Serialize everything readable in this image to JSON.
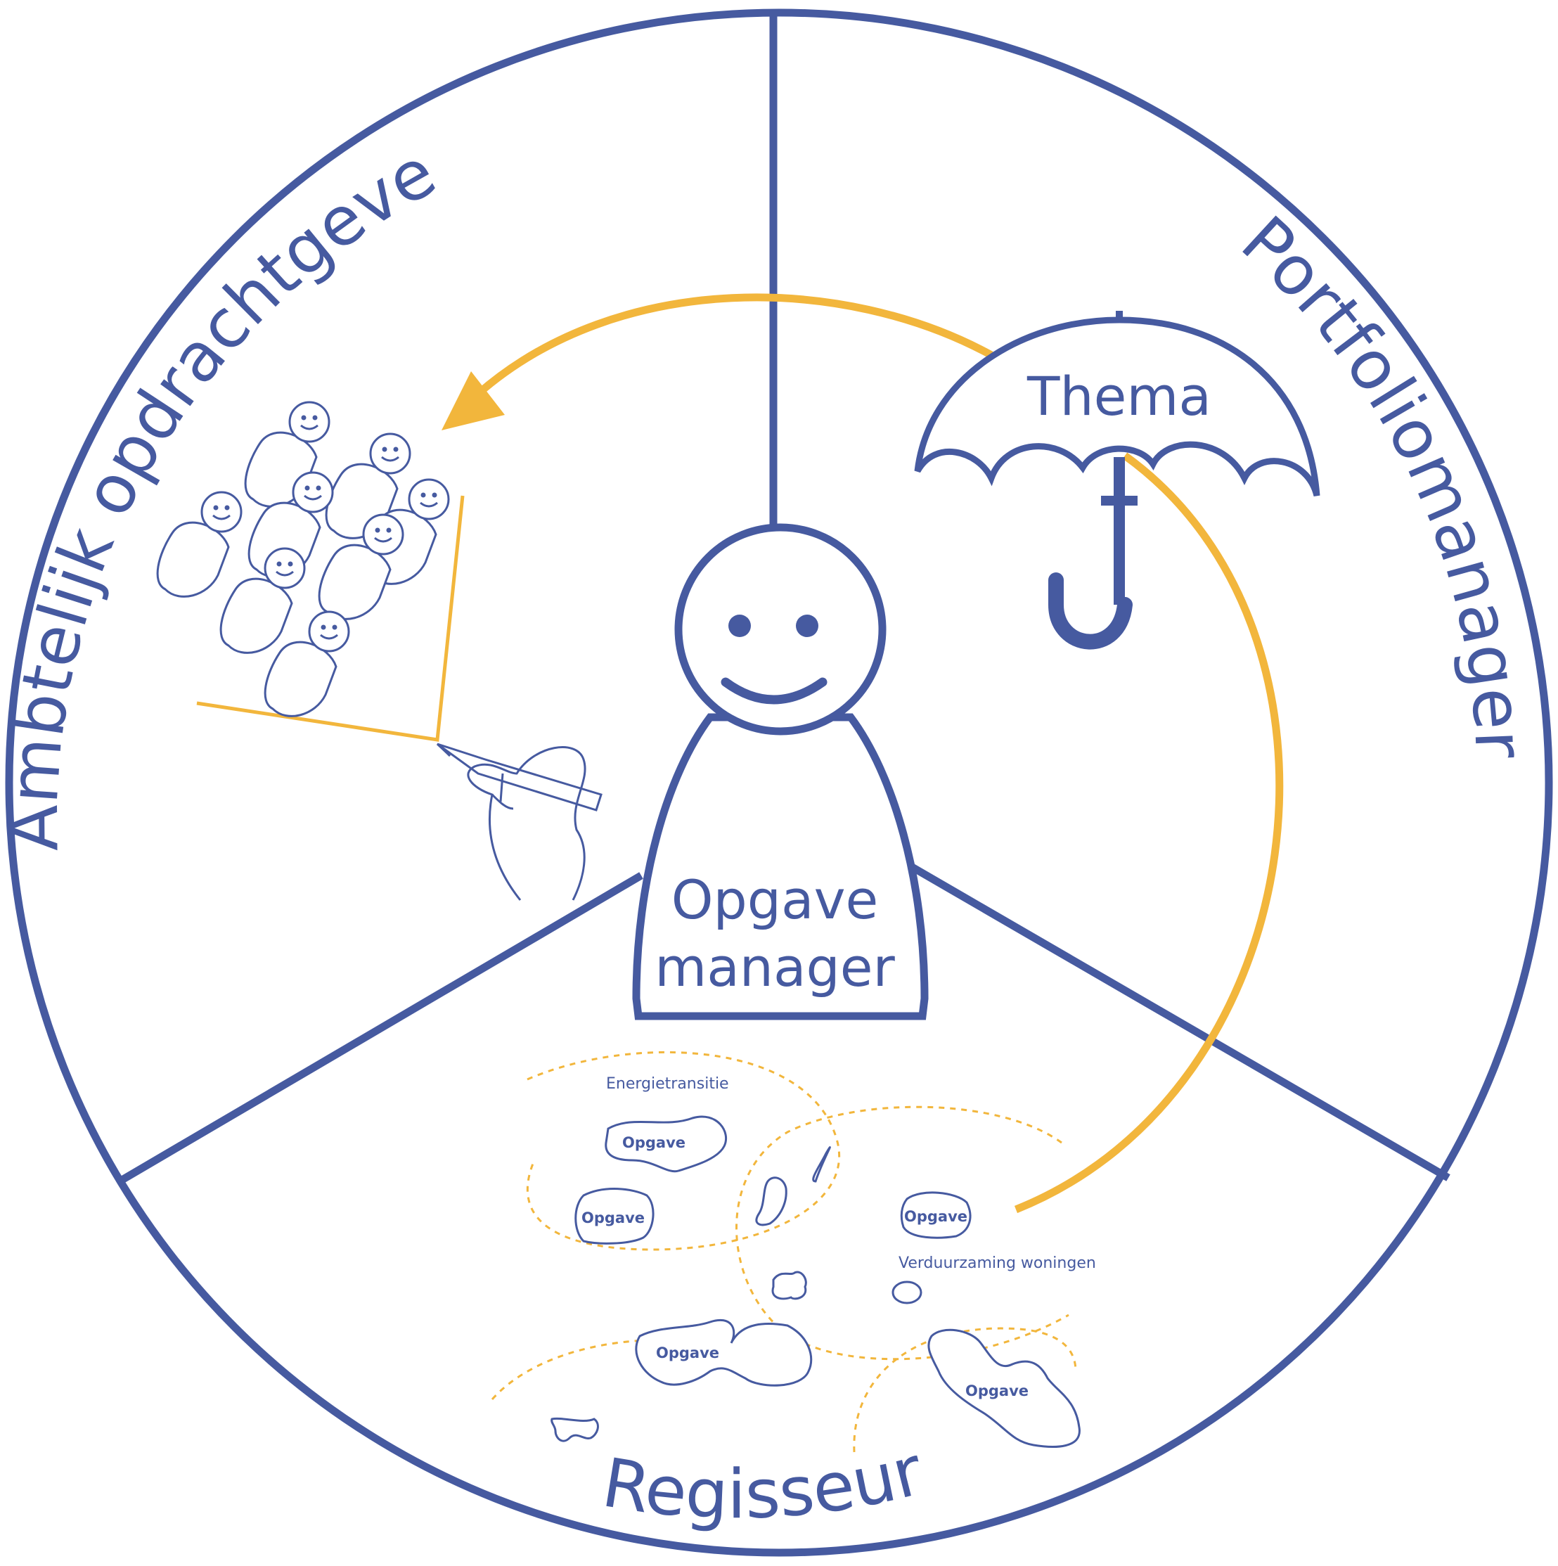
{
  "sections": {
    "left_label": "Ambtelijk opdrachtgever",
    "right_label": "Portfoliomanager",
    "bottom_label": "Regisseur"
  },
  "center": {
    "line1": "Opgave",
    "line2": "manager"
  },
  "umbrella": {
    "label": "Thema"
  },
  "map": {
    "region1": "Energietransitie",
    "region2": "Verduurzaming woningen",
    "blob_labels": [
      "Opgave",
      "Opgave",
      "Opgave",
      "Opgave",
      "Opgave"
    ]
  },
  "colors": {
    "blue": "#465aa0",
    "yellow": "#f2b63c"
  }
}
